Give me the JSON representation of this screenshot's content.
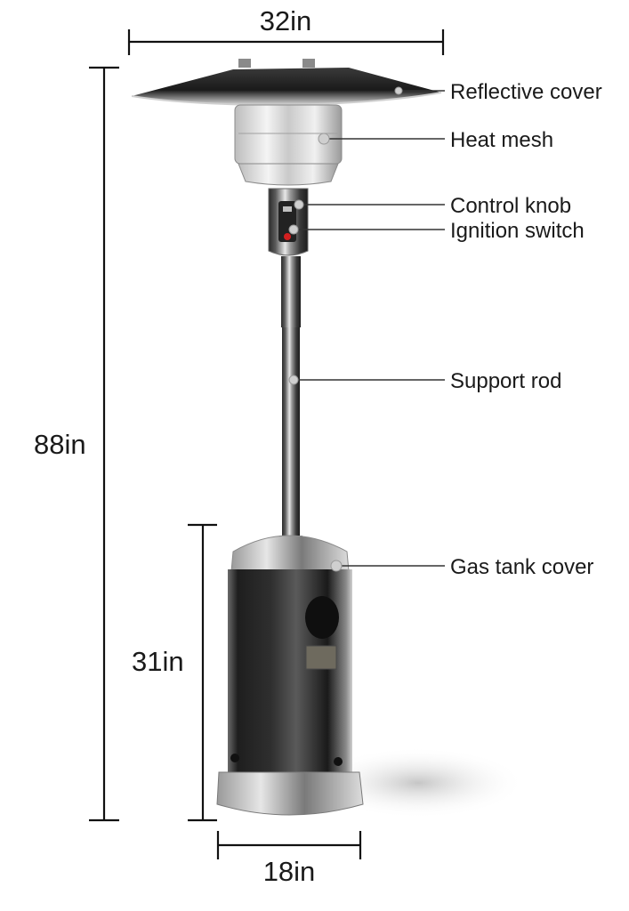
{
  "dimensions": {
    "top_width": "32in",
    "total_height": "88in",
    "base_height": "31in",
    "base_width": "18in"
  },
  "parts": {
    "reflective_cover": "Reflective cover",
    "heat_mesh": "Heat mesh",
    "control_knob": "Control knob",
    "ignition_switch": "Ignition switch",
    "support_rod": "Support rod",
    "gas_tank_cover": "Gas tank cover"
  }
}
